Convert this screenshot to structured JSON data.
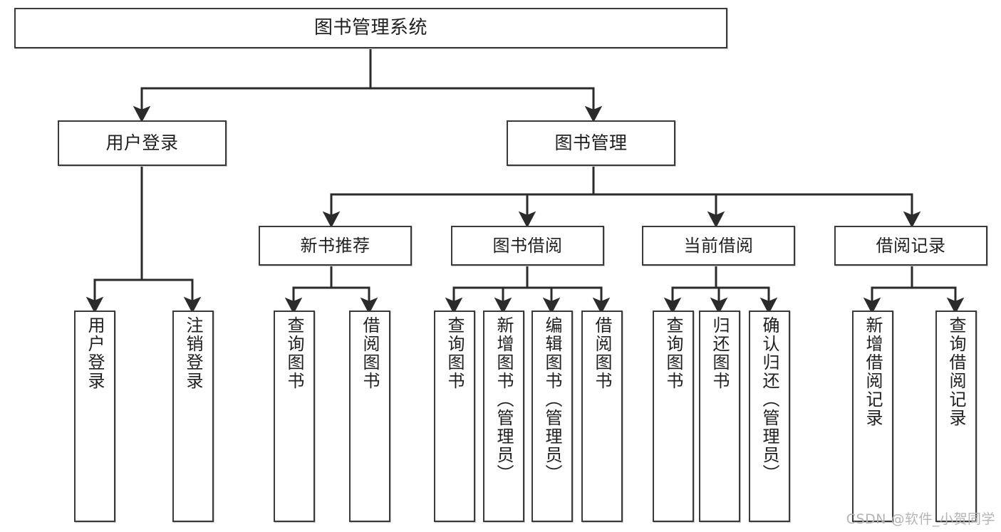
{
  "diagram": {
    "title": "图书管理系统",
    "type": "tree-hierarchy",
    "orientation": "top-down",
    "colors": {
      "node_border": "#3a3a3a",
      "node_fill": "#ffffff",
      "edge": "#2b2b2b",
      "text": "#1f1f1f",
      "watermark": "#b4b4b4",
      "background": "#ffffff"
    }
  },
  "watermark": {
    "text": "CSDN @软件_小贺同学"
  },
  "nodes": {
    "root": {
      "label": "图书管理系统"
    },
    "level2": [
      {
        "id": "user-login",
        "label": "用户登录"
      },
      {
        "id": "book-management",
        "label": "图书管理"
      }
    ],
    "level3": [
      {
        "id": "new-book-recommend",
        "label": "新书推荐"
      },
      {
        "id": "book-borrow",
        "label": "图书借阅"
      },
      {
        "id": "current-borrow",
        "label": "当前借阅"
      },
      {
        "id": "borrow-record",
        "label": "借阅记录"
      }
    ],
    "leaves": {
      "user_login": [
        {
          "id": "leaf-user-login",
          "label": "用户登录"
        },
        {
          "id": "leaf-logout-login",
          "label": "注销登录"
        }
      ],
      "new_book_recommend": [
        {
          "id": "leaf-query-book-1",
          "label": "查询图书"
        },
        {
          "id": "leaf-borrow-book-1",
          "label": "借阅图书"
        }
      ],
      "book_borrow": [
        {
          "id": "leaf-query-book-2",
          "label": "查询图书"
        },
        {
          "id": "leaf-add-book",
          "label": "新增图书（管理员）"
        },
        {
          "id": "leaf-edit-book",
          "label": "编辑图书（管理员）"
        },
        {
          "id": "leaf-borrow-book-2",
          "label": "借阅图书"
        }
      ],
      "current_borrow": [
        {
          "id": "leaf-query-book-3",
          "label": "查询图书"
        },
        {
          "id": "leaf-return-book",
          "label": "归还图书"
        },
        {
          "id": "leaf-confirm-return",
          "label": "确认归还（管理员）"
        }
      ],
      "borrow_record": [
        {
          "id": "leaf-add-borrow-record",
          "label": "新增借阅记录"
        },
        {
          "id": "leaf-query-borrow-record",
          "label": "查询借阅记录"
        }
      ]
    }
  },
  "edges": [
    {
      "from": "图书管理系统",
      "to": "用户登录"
    },
    {
      "from": "图书管理系统",
      "to": "图书管理"
    },
    {
      "from": "用户登录",
      "to": "用户登录"
    },
    {
      "from": "用户登录",
      "to": "注销登录"
    },
    {
      "from": "图书管理",
      "to": "新书推荐"
    },
    {
      "from": "图书管理",
      "to": "图书借阅"
    },
    {
      "from": "图书管理",
      "to": "当前借阅"
    },
    {
      "from": "图书管理",
      "to": "借阅记录"
    },
    {
      "from": "新书推荐",
      "to": "查询图书"
    },
    {
      "from": "新书推荐",
      "to": "借阅图书"
    },
    {
      "from": "图书借阅",
      "to": "查询图书"
    },
    {
      "from": "图书借阅",
      "to": "新增图书（管理员）"
    },
    {
      "from": "图书借阅",
      "to": "编辑图书（管理员）"
    },
    {
      "from": "图书借阅",
      "to": "借阅图书"
    },
    {
      "from": "当前借阅",
      "to": "查询图书"
    },
    {
      "from": "当前借阅",
      "to": "归还图书"
    },
    {
      "from": "当前借阅",
      "to": "确认归还（管理员）"
    },
    {
      "from": "借阅记录",
      "to": "新增借阅记录"
    },
    {
      "from": "借阅记录",
      "to": "查询借阅记录"
    }
  ]
}
